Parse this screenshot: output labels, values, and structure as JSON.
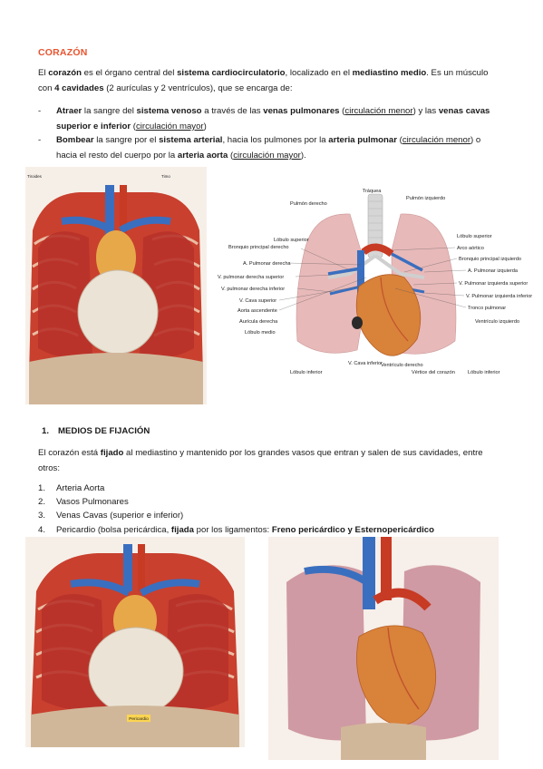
{
  "title": "CORAZÓN",
  "intro": {
    "p1": "El ",
    "b1": "corazón",
    "p2": " es el órgano central del ",
    "b2": "sistema cardiocirculatorio",
    "p3": ", localizado en el ",
    "b3": "mediastino medio",
    "p4": ". Es un músculo",
    "p5": "con ",
    "b4": "4 cavidades",
    "p6": " (2 aurículas y 2 ventrículos), que se encarga de:"
  },
  "bullets": [
    {
      "dash": "-",
      "a": "Atraer",
      "b": " la sangre del ",
      "c": "sistema venoso",
      "d": " a través de las ",
      "e": "venas pulmonares",
      "f": " (",
      "g": "circulación menor",
      "h": ") y las ",
      "i": "venas cavas",
      "j": "superior e inferior",
      "k": " (",
      "l": "circulación mayor",
      "m": ")"
    },
    {
      "dash": "-",
      "a": "Bombear",
      "b": " la sangre por el ",
      "c": "sistema arterial",
      "d": ", hacia los pulmones por la ",
      "e": "arteria pulmonar",
      "f": " (",
      "g": "circulación menor",
      "h": ") o",
      "i": "hacia el resto del cuerpo por la ",
      "j": "arteria aorta",
      "k": " (",
      "l": "circulación mayor",
      "m": ")."
    }
  ],
  "figure2": {
    "labels": {
      "traquea": "Tráquea",
      "pulmon_derecho": "Pulmón derecho",
      "pulmon_izquierdo": "Pulmón izquierdo",
      "lobulo_superior_l": "Lóbulo superior",
      "bronquio_derecho": "Bronquio principal derecho",
      "a_pulmonar_derecha": "A. Pulmonar derecha",
      "v_pulm_der_sup": "V. pulmonar derecha superior",
      "v_pulm_der_inf": "V. pulmonar derecha inferior",
      "v_cava_sup": "V. Cava superior",
      "aorta_asc": "Aorta ascendente",
      "auricula_der": "Aurícula derecha",
      "lobulo_medio": "Lóbulo medio",
      "lobulo_inferior_l": "Lóbulo inferior",
      "v_cava_inf": "V. Cava inferior",
      "ventriculo_der": "Ventrículo derecho",
      "vertice": "Vértice del corazón",
      "lobulo_superior_r": "Lóbulo superior",
      "arco_aortico": "Arco aórtico",
      "bronquio_izquierdo": "Bronquio principal izquierdo",
      "a_pulmonar_izq": "A. Pulmonar izquierda",
      "v_pulm_izq_sup": "V. Pulmonar izquierda superior",
      "v_pulm_izq_inf": "V. Pulmonar izquierda inferior",
      "tronco_pulmonar": "Tronco pulmonar",
      "ventriculo_izq": "Ventrículo izquierdo",
      "lobulo_inferior_r": "Lóbulo inferior"
    }
  },
  "section1": {
    "number": "1.",
    "heading": "MEDIOS DE FIJACIÓN"
  },
  "fijacion": {
    "p1": "El corazón está ",
    "b1": "fijado",
    "p2": " al mediastino y mantenido por los grandes vasos que entran y salen de sus cavidades, entre",
    "p3": "otros:"
  },
  "list": [
    {
      "n": "1.",
      "t": "Arteria Aorta"
    },
    {
      "n": "2.",
      "t": "Vasos Pulmonares"
    },
    {
      "n": "3.",
      "t": "Venas Cavas (superior e inferior)"
    },
    {
      "n": "4.",
      "t": "Pericardio (bolsa pericárdica, ",
      "b": "fijada",
      "t2": " por los ligamentos: ",
      "b2": "Freno pericárdico y Esternopericárdico"
    }
  ],
  "figure3": {
    "pericardio_label": "Pericardio"
  },
  "colors": {
    "accent": "#e8542f",
    "lung_pink": "#e8b9b9",
    "vein_blue": "#3a6fbf",
    "artery_red": "#c73a24",
    "heart_orange": "#d9823a"
  }
}
